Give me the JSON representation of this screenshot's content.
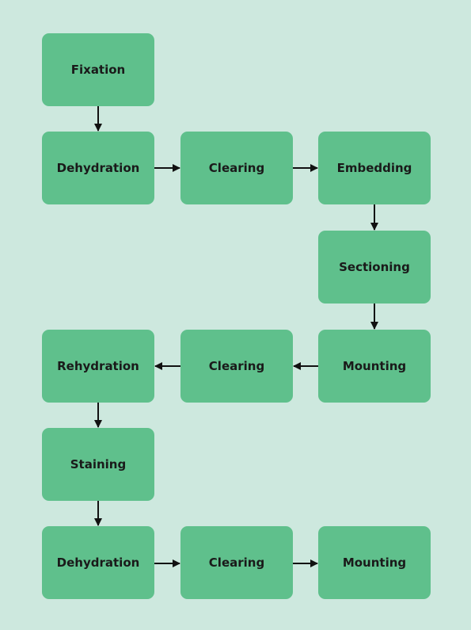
{
  "diagram": {
    "nodes": [
      {
        "id": "fixation",
        "label": "Fixation"
      },
      {
        "id": "dehydration-1",
        "label": "Dehydration"
      },
      {
        "id": "clearing-1",
        "label": "Clearing"
      },
      {
        "id": "embedding",
        "label": "Embedding"
      },
      {
        "id": "sectioning",
        "label": "Sectioning"
      },
      {
        "id": "mounting-1",
        "label": "Mounting"
      },
      {
        "id": "clearing-2",
        "label": "Clearing"
      },
      {
        "id": "rehydration",
        "label": "Rehydration"
      },
      {
        "id": "staining",
        "label": "Staining"
      },
      {
        "id": "dehydration-2",
        "label": "Dehydration"
      },
      {
        "id": "clearing-3",
        "label": "Clearing"
      },
      {
        "id": "mounting-2",
        "label": "Mounting"
      }
    ],
    "edges": [
      [
        "fixation",
        "dehydration-1"
      ],
      [
        "dehydration-1",
        "clearing-1"
      ],
      [
        "clearing-1",
        "embedding"
      ],
      [
        "embedding",
        "sectioning"
      ],
      [
        "sectioning",
        "mounting-1"
      ],
      [
        "mounting-1",
        "clearing-2"
      ],
      [
        "clearing-2",
        "rehydration"
      ],
      [
        "rehydration",
        "staining"
      ],
      [
        "staining",
        "dehydration-2"
      ],
      [
        "dehydration-2",
        "clearing-3"
      ],
      [
        "clearing-3",
        "mounting-2"
      ]
    ],
    "colors": {
      "background": "#cde8de",
      "node_fill": "#5fc08c",
      "text": "#1a1a1a",
      "arrow": "#111111"
    }
  }
}
